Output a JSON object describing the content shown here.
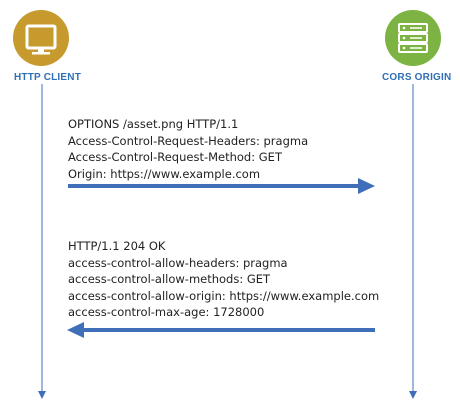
{
  "actors": {
    "client": {
      "label": "HTTP CLIENT",
      "icon": "monitor-icon",
      "color": "#c79a2e"
    },
    "origin": {
      "label": "CORS ORIGIN",
      "icon": "server-icon",
      "color": "#7cb342"
    }
  },
  "lifeline_color": "#3f6fb8",
  "arrow_color": "#3f6fb8",
  "request": {
    "direction": "client-to-origin",
    "lines": [
      "OPTIONS /asset.png HTTP/1.1",
      "Access-Control-Request-Headers: pragma",
      "Access-Control-Request-Method: GET",
      "Origin: https://www.example.com"
    ]
  },
  "response": {
    "direction": "origin-to-client",
    "lines": [
      "HTTP/1.1 204 OK",
      "access-control-allow-headers: pragma",
      "access-control-allow-methods: GET",
      "access-control-allow-origin: https://www.example.com",
      "access-control-max-age: 1728000"
    ]
  }
}
